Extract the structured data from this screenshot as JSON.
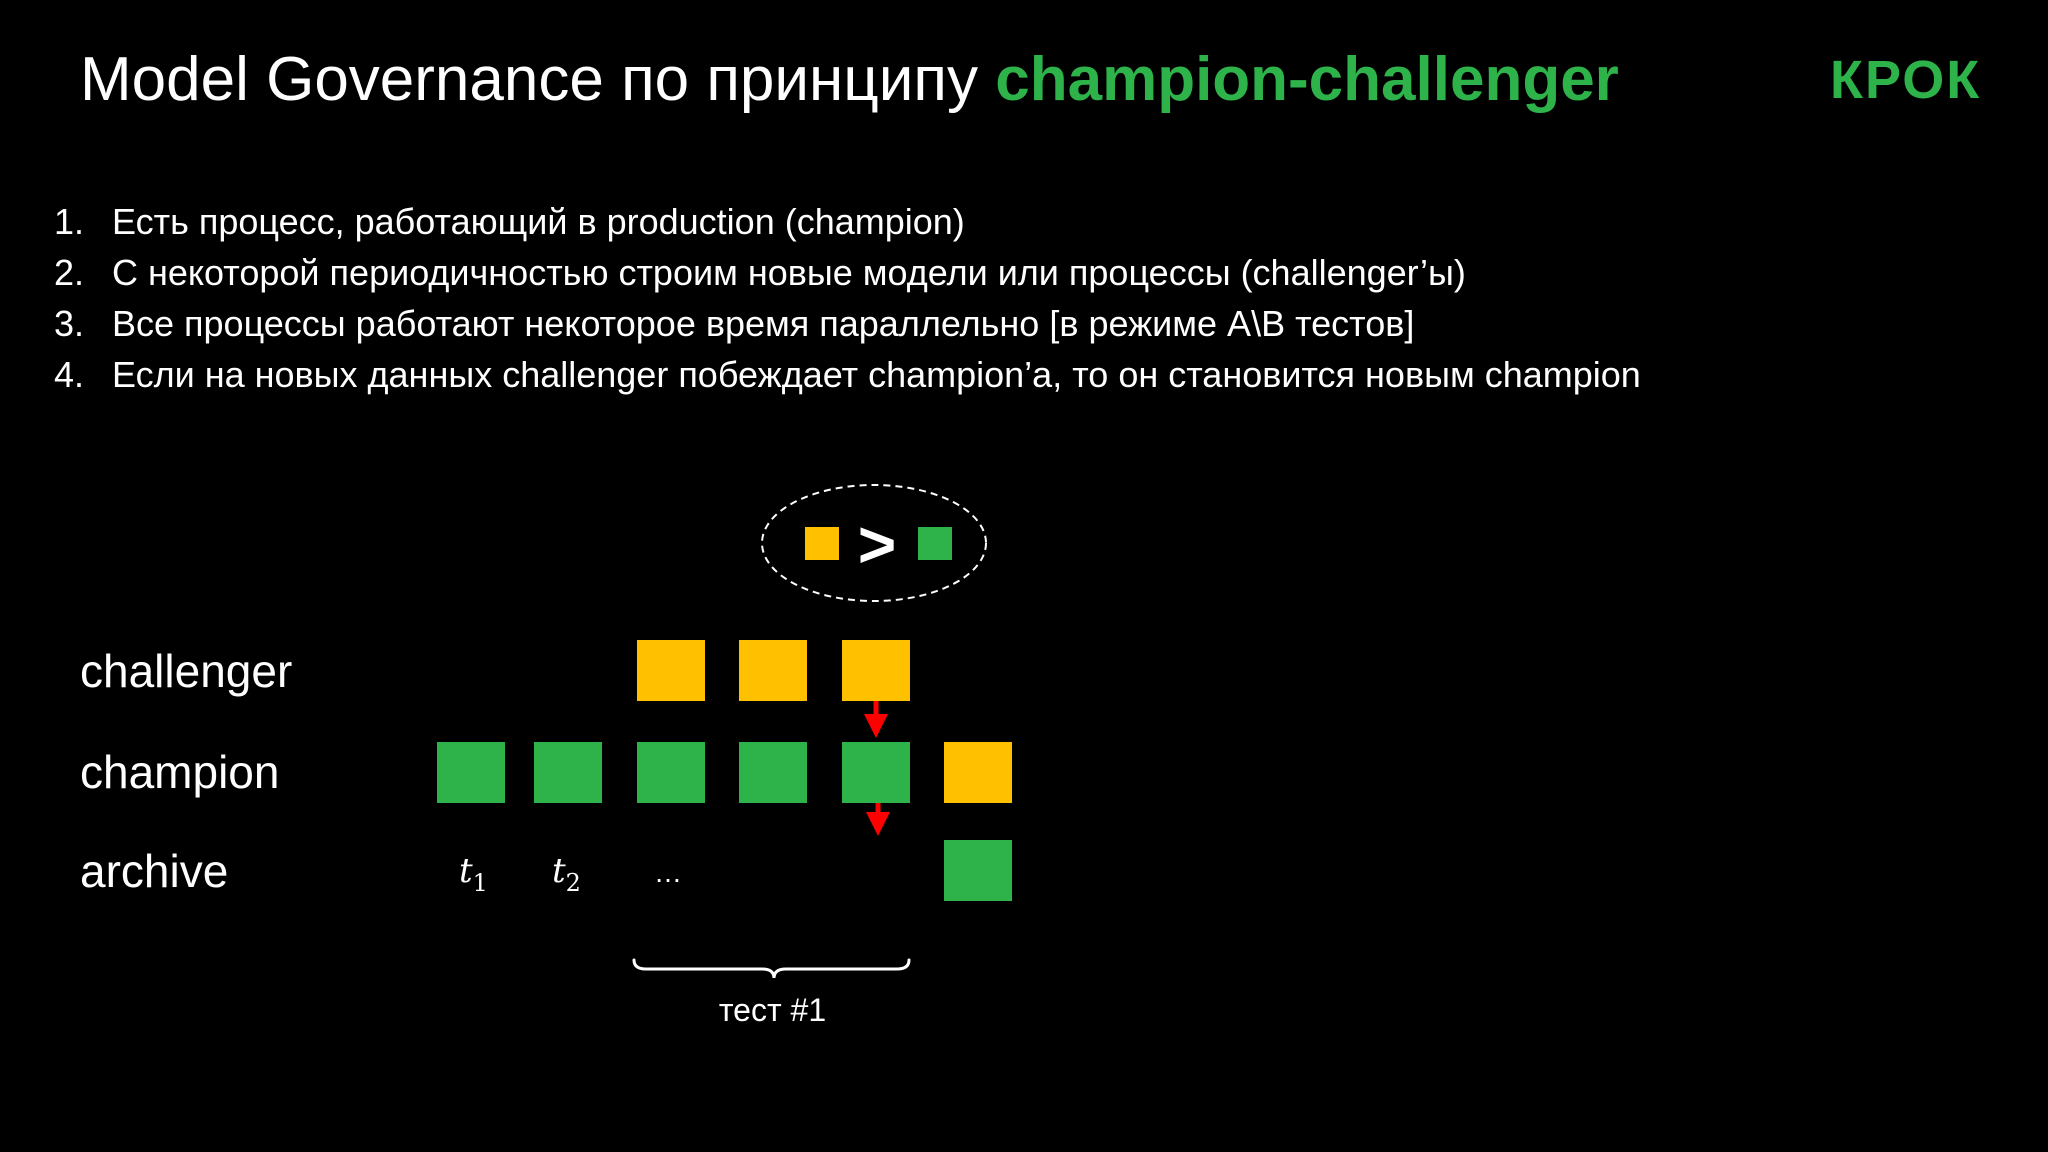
{
  "title": {
    "main": "Model Governance по принципу ",
    "accent": "champion-challenger"
  },
  "logo": "КРОК",
  "steps": [
    {
      "num": "1.",
      "text": "Есть процесс, работающий в production (champion)"
    },
    {
      "num": "2.",
      "text": "С некоторой периодичностью строим новые модели или процессы (challenger’ы)"
    },
    {
      "num": "3.",
      "text": "Все процессы работают некоторое время параллельно [в режиме А\\В тестов]"
    },
    {
      "num": "4.",
      "text": "Если на новых данных challenger побеждает champion’а, то он становится новым champion"
    }
  ],
  "rows": {
    "challenger": "challenger",
    "champion": "champion",
    "archive": "archive"
  },
  "time_labels": {
    "t1_base": "t",
    "t1_sub": "1",
    "t2_base": "t",
    "t2_sub": "2",
    "ellipsis": "…"
  },
  "comparison_symbol": ">",
  "test_caption": "тест #1",
  "colors": {
    "champion": "#2db34a",
    "challenger": "#ffc000",
    "arrow": "#ff0000",
    "background": "#000000"
  }
}
